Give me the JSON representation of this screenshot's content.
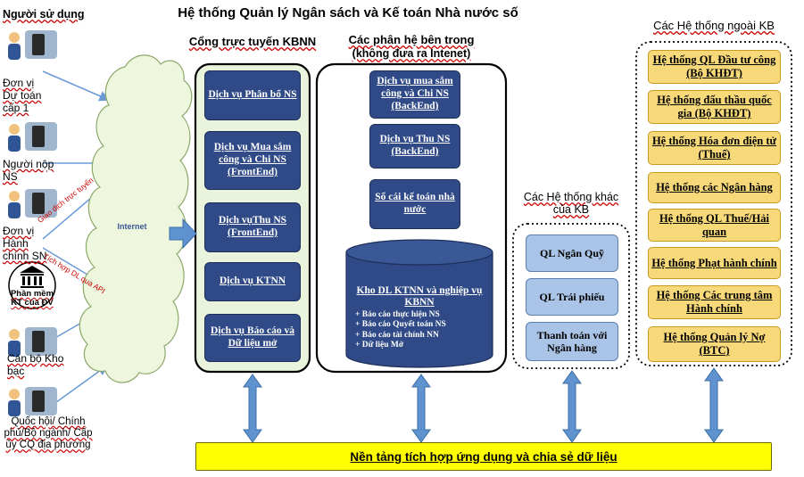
{
  "title": "Hệ thống Quản lý Ngân sách và Kế toán Nhà nước số",
  "users": {
    "heading": "Người sử dụng",
    "items": [
      {
        "label": "Đơn vị Dự toán cấp 1"
      },
      {
        "label": "Người nộp NS"
      },
      {
        "label": "Đơn vị Hành chính SN"
      },
      {
        "label": "Phần mềm KT của ĐV"
      },
      {
        "label": "Cán bộ Kho bạc"
      },
      {
        "label": "Quốc hội/ Chính phủ/Bộ ngành/ Cấp ủy CQ địa phương"
      }
    ],
    "line_labels": [
      "Giao dịch trực tuyến",
      "Tích hợp DL qua API"
    ]
  },
  "internet": {
    "label": "Internet"
  },
  "portal": {
    "heading": "Cổng trực tuyến KBNN",
    "items": [
      "Dịch vụ Phân bổ NS",
      "Dịch vụ Mua sắm công và Chi NS (FrontEnd)",
      "Dịch vụThu NS (FrontEnd)",
      "Dịch vụ KTNN",
      "Dịch vụ Báo cáo và Dữ liệu mở"
    ]
  },
  "internal": {
    "heading": "Các phân hệ bên trong",
    "subheading": "(không đưa ra Intenet)",
    "items": [
      "Dịch vụ mua sắm công và Chi NS (BackEnd)",
      "Dịch vụ Thu NS (BackEnd)",
      "Sổ cái kế toán nhà nước"
    ],
    "database": {
      "title": "Kho DL KTNN và nghiệp vụ KBNN",
      "bullets": [
        "Báo cáo thực hiện NS",
        "Báo cáo Quyết toán NS",
        "Báo cáo tài chính NN",
        "Dữ liệu Mở"
      ]
    }
  },
  "other": {
    "heading": "Các Hệ thống khác của KB",
    "items": [
      "QL Ngân Quỹ",
      "QL Trái phiếu",
      "Thanh toán với Ngân hàng"
    ]
  },
  "external": {
    "heading": "Các Hệ thống ngoài KB",
    "items": [
      "Hệ thống QL Đầu tư công (Bộ KHĐT)",
      "Hệ thống đấu thầu quốc gia (Bộ KHĐT)",
      "Hệ thống Hóa đơn điện tử (Thuế)",
      "Hệ thống các Ngân hàng",
      "Hệ thống QL Thuế/Hải quan",
      "Hệ thống Phạt hành chính",
      "Hệ thống Các trung tâm Hành chính",
      "Hệ thống Quản lý Nợ (BTC)"
    ]
  },
  "platform": {
    "label": "Nền tảng tích hợp ứng dụng và chia sẻ dữ liệu"
  }
}
